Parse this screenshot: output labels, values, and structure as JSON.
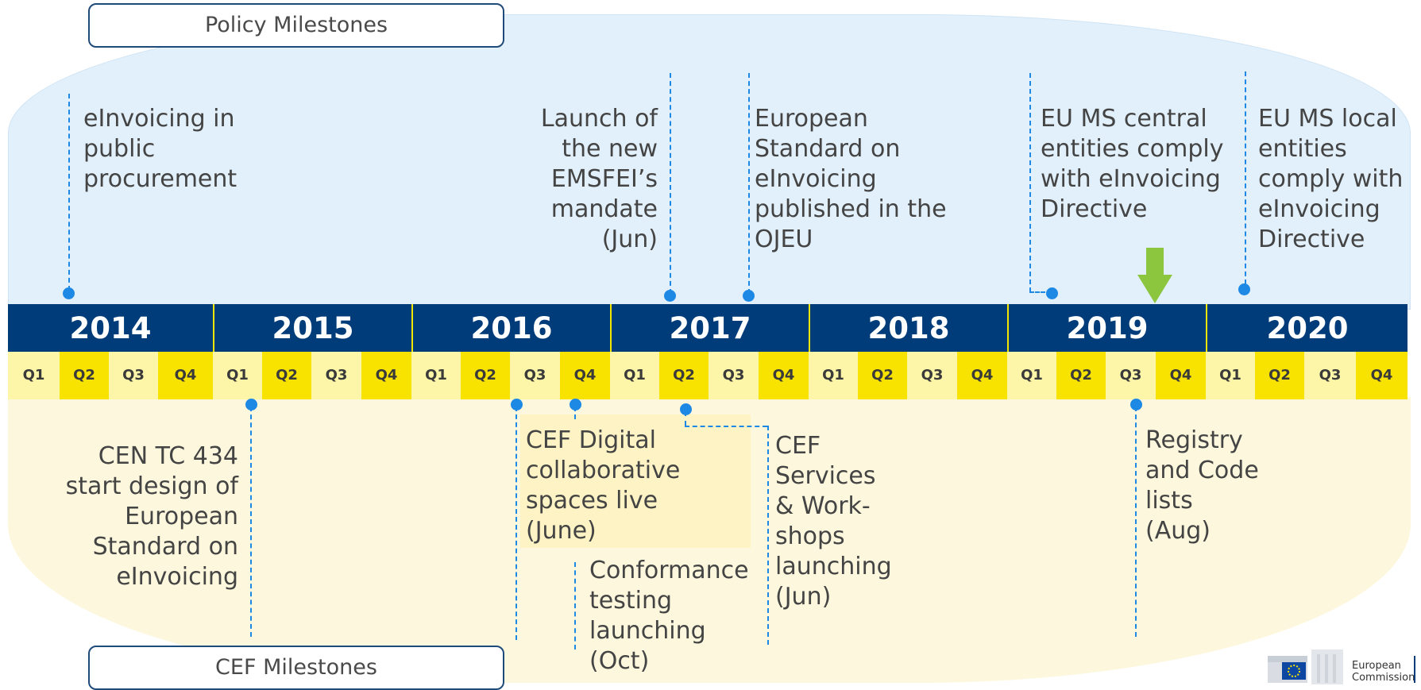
{
  "top_band": {
    "title": "Policy Milestones"
  },
  "bottom_band": {
    "title": "CEF Milestones"
  },
  "years": [
    "2014",
    "2015",
    "2016",
    "2017",
    "2018",
    "2019",
    "2020"
  ],
  "quarter_labels": [
    "Q1",
    "Q2",
    "Q3",
    "Q4"
  ],
  "policy_milestones": [
    {
      "lines": [
        "eInvoicing in",
        "public",
        "procurement"
      ]
    },
    {
      "lines": [
        "Launch of",
        "the new",
        "EMSFEI’s",
        "mandate",
        "(Jun)"
      ]
    },
    {
      "lines": [
        "European",
        "Standard on",
        "eInvoicing",
        "published in the",
        "OJEU"
      ]
    },
    {
      "lines": [
        "EU MS central",
        "entities comply",
        "with eInvoicing",
        "Directive"
      ]
    },
    {
      "lines": [
        "EU MS local",
        "entities",
        "comply with",
        "eInvoicing",
        "Directive"
      ]
    }
  ],
  "cef_milestones": [
    {
      "lines": [
        "CEN TC 434",
        "start design of",
        "European",
        "Standard on",
        "eInvoicing"
      ]
    },
    {
      "lines": [
        "CEF Digital",
        "collaborative",
        "spaces live",
        "(June)"
      ]
    },
    {
      "lines": [
        "Conformance",
        "testing",
        "launching",
        "(Oct)"
      ]
    },
    {
      "lines": [
        "CEF",
        "Services",
        "& Work-",
        "shops",
        "launching",
        "(Jun)"
      ]
    },
    {
      "lines": [
        "Registry",
        "and Code",
        "lists",
        "(Aug)"
      ]
    }
  ],
  "logo": {
    "line1": "European",
    "line2": "Commission"
  },
  "colors": {
    "year_bar": "#003c79",
    "quarter_light": "#fdf6a8",
    "quarter_dark": "#f8e300",
    "milestone_marker": "#1e88e5",
    "current_arrow": "#8cc63f",
    "policy_band": "#e1f0fb",
    "cef_band": "#fdf8dd"
  }
}
